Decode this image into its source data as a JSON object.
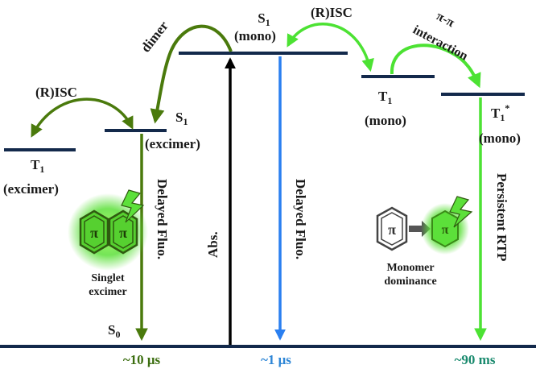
{
  "levels": {
    "s1_mono": {
      "label": "S",
      "sub": "1",
      "state": "(mono)"
    },
    "s1_excimer": {
      "label": "S",
      "sub": "1",
      "state": "(excimer)"
    },
    "t1_excimer": {
      "label": "T",
      "sub": "1",
      "state": "(excimer)"
    },
    "t1_mono": {
      "label": "T",
      "sub": "1",
      "state": "(mono)"
    },
    "t1_star": {
      "label": "T",
      "sub": "1",
      "sup": "*",
      "state": "(mono)"
    },
    "s0": {
      "label": "S",
      "sub": "0"
    }
  },
  "transitions": {
    "dimer": "dimer",
    "risc_left": "(R)ISC",
    "risc_right": "(R)ISC",
    "pi_pi_line1": "π-π",
    "pi_pi_line2": "interaction"
  },
  "arrows": {
    "abs": "Abs.",
    "delayed_fluo_excimer": "Delayed Fluo.",
    "delayed_fluo_mono": "Delayed Fluo.",
    "persistent_rtp": "Persistent RTP"
  },
  "lifetimes": {
    "excimer": "~10 μs",
    "mono": "~1 μs",
    "rtp": "~90 ms"
  },
  "insets": {
    "excimer_line1": "Singlet",
    "excimer_line2": "excimer",
    "monomer_line1": "Monomer",
    "monomer_line2": "dominance",
    "pi": "π"
  },
  "colors": {
    "level_line": "#13294b",
    "dark_green": "#4a7a0c",
    "bright_green": "#4ce233",
    "blue": "#2a7ff0",
    "black": "#000000",
    "lifetime_excimer": "#3c6e10",
    "lifetime_mono": "#2e86d6",
    "lifetime_rtp": "#1a8a6e"
  }
}
